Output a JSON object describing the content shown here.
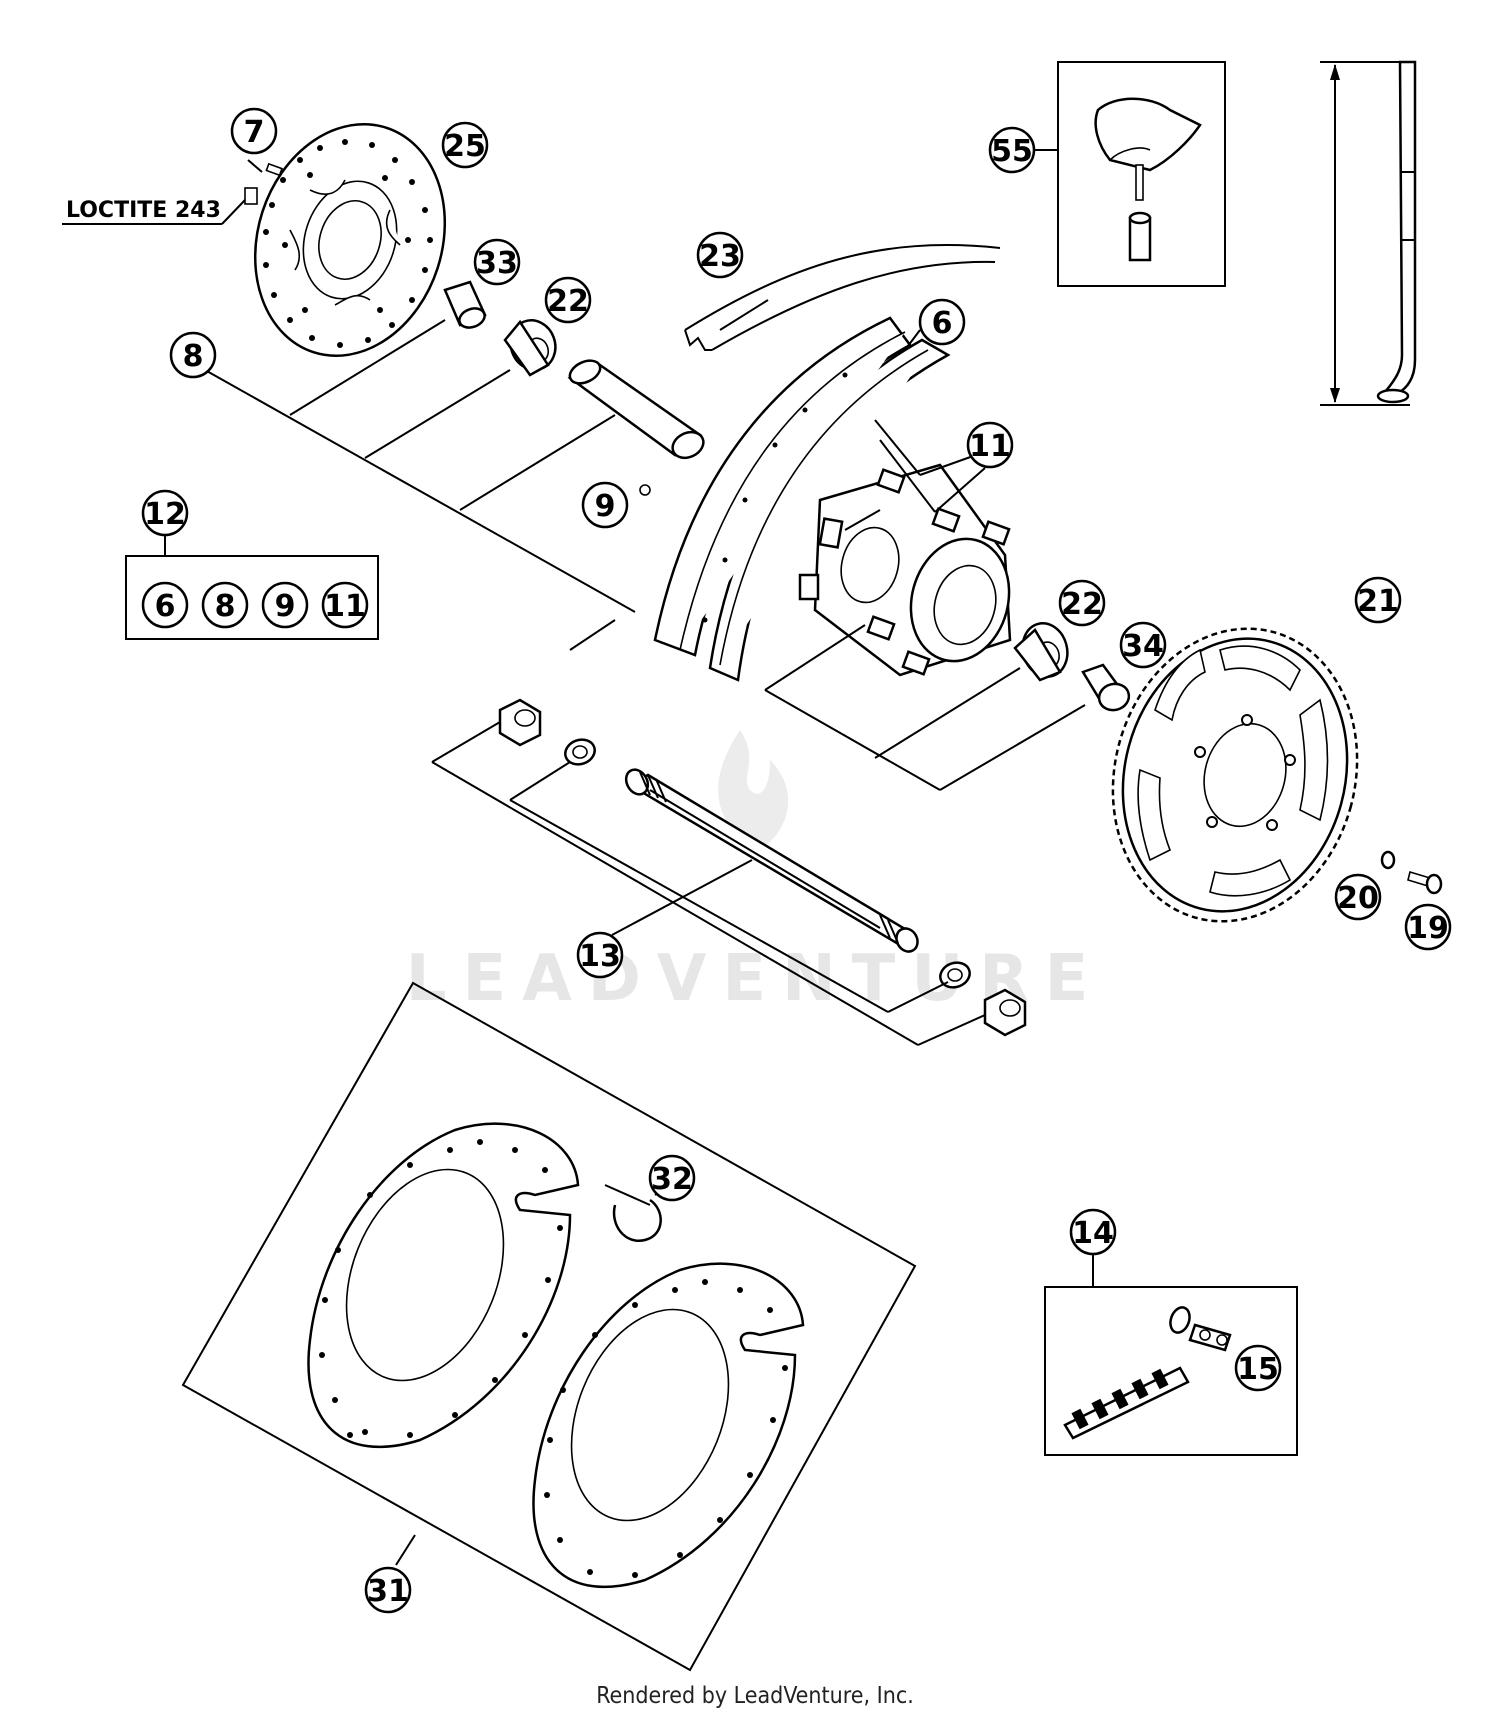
{
  "callouts": {
    "c7": "7",
    "c25": "25",
    "c33": "33",
    "c22a": "22",
    "c8": "8",
    "c23": "23",
    "c6": "6",
    "c55": "55",
    "c11": "11",
    "c9": "9",
    "c12": "12",
    "c12_6": "6",
    "c12_8": "8",
    "c12_9": "9",
    "c12_11": "11",
    "c22b": "22",
    "c34": "34",
    "c21": "21",
    "c13": "13",
    "c20": "20",
    "c19": "19",
    "c32": "32",
    "c14": "14",
    "c15": "15",
    "c31": "31"
  },
  "notes": {
    "loctite": "LOCTITE 243"
  },
  "watermark": {
    "text": "LEADVENTURE"
  },
  "footer": {
    "text": "Rendered by LeadVenture, Inc."
  }
}
